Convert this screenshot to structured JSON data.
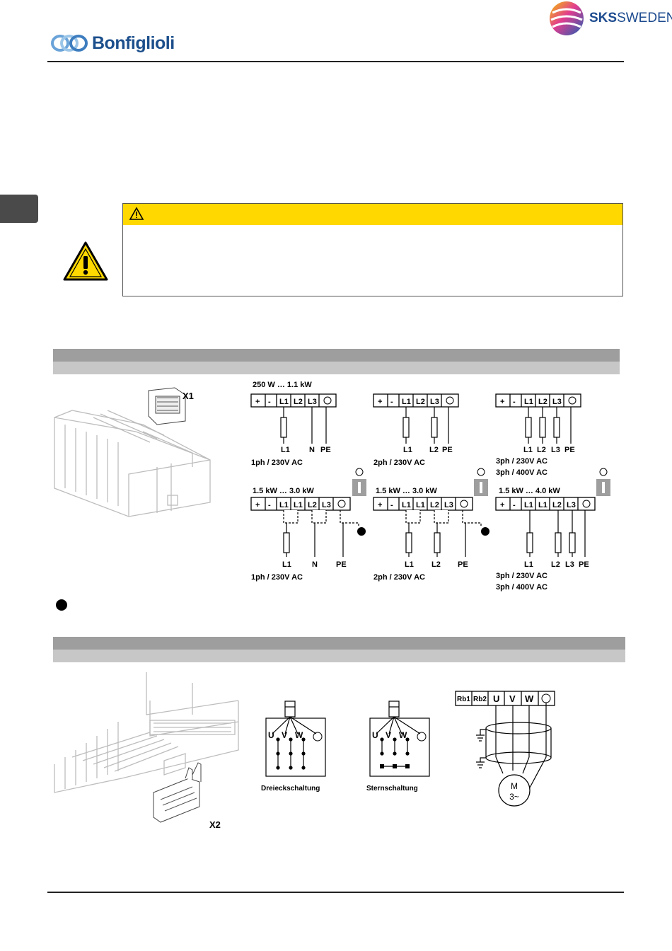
{
  "header": {
    "left_brand": "Bonfiglioli",
    "right_brand_bold": "SKS",
    "right_brand_thin": "SWEDEN"
  },
  "mains": {
    "terminal_label": "X1",
    "terminal_row_labels": [
      "+",
      "-",
      "L1",
      "L2",
      "L3"
    ],
    "terminal_row_labels_large": [
      "+",
      "-",
      "L1",
      "L1",
      "L2",
      "L3"
    ],
    "small_power_range": "250 W … 1.1 kW",
    "mid_power_range": "1.5 kW … 3.0 kW",
    "large_power_range": "1.5 kW … 4.0 kW",
    "bottom_1ph": [
      "L1",
      "N",
      "PE"
    ],
    "bottom_2ph": [
      "L1",
      "L2",
      "PE"
    ],
    "bottom_3ph": [
      "L1",
      "L2",
      "L3",
      "PE"
    ],
    "label_1ph": "1ph / 230V AC",
    "label_2ph": "2ph / 230V AC",
    "label_3ph_230": "3ph / 230V AC",
    "label_3ph_400": "3ph / 400V AC"
  },
  "motor": {
    "terminal_label": "X2",
    "delta_label": "Dreieckschaltung",
    "star_label": "Sternschaltung",
    "coil_labels": [
      "U",
      "V",
      "W"
    ],
    "motor_terminals": [
      "Rb1",
      "Rb2",
      "U",
      "V",
      "W"
    ],
    "motor_symbol_line1": "M",
    "motor_symbol_line2": "3~"
  }
}
